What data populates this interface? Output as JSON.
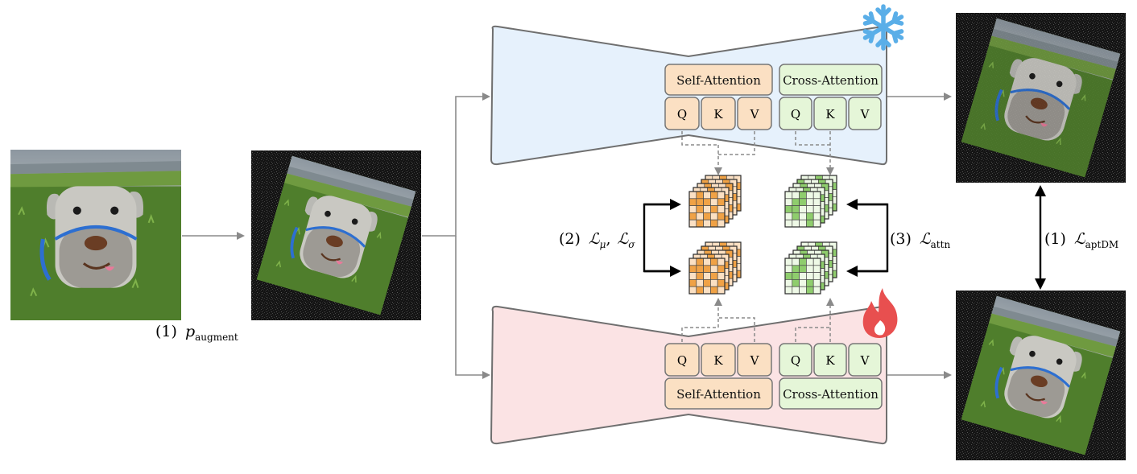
{
  "labels": {
    "augment_prefix": "(1)",
    "augment_var": "p",
    "augment_sub": "augment",
    "mu_sigma_prefix": "(2)",
    "mu_symbol": "ℒ",
    "mu_sub": "μ",
    "sigma_symbol": "ℒ",
    "sigma_sub": "σ",
    "attn_prefix": "(3)",
    "attn_symbol": "ℒ",
    "attn_sub": "attn",
    "aptdm_prefix": "(1)",
    "aptdm_symbol": "ℒ",
    "aptdm_sub": "aptDM"
  },
  "frozen_unet": {
    "self_attention": "Self-Attention",
    "cross_attention": "Cross-Attention",
    "self_qkv": [
      "Q",
      "K",
      "V"
    ],
    "cross_qkv": [
      "Q",
      "K",
      "V"
    ],
    "icon": "snowflake-icon"
  },
  "trainable_unet": {
    "self_attention": "Self-Attention",
    "cross_attention": "Cross-Attention",
    "self_qkv": [
      "Q",
      "K",
      "V"
    ],
    "cross_qkv": [
      "Q",
      "K",
      "V"
    ],
    "icon": "flame-icon"
  },
  "colors": {
    "frozen_fill": "#e6f1fc",
    "trainable_fill": "#fbe3e4",
    "self_attn_fill": "#fbe0c3",
    "cross_attn_fill": "#e5f6d8",
    "self_map_accent": "#f0a246",
    "cross_map_accent": "#8fcd6d",
    "snowflake": "#5aaee8",
    "flame": "#e84f4f",
    "arrow_gray": "#8a8a8a",
    "outline": "#6f6f6f"
  },
  "images": [
    {
      "name": "original-backpack-photo"
    },
    {
      "name": "augmented-noisy-photo"
    },
    {
      "name": "frozen-output-photo"
    },
    {
      "name": "trainable-output-photo"
    }
  ]
}
